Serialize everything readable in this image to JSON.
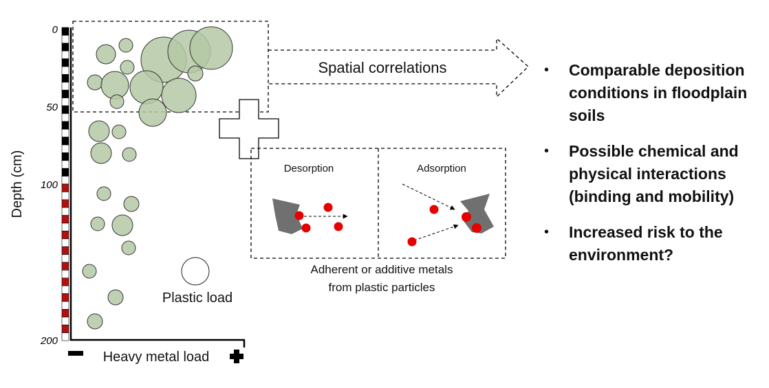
{
  "depth_axis": {
    "title": "Depth (cm)",
    "ticks": [
      {
        "label": "0",
        "value": 0
      },
      {
        "label": "50",
        "value": 50
      },
      {
        "label": "100",
        "value": 100
      },
      {
        "label": "200",
        "value": 200
      }
    ]
  },
  "heavy_metal_axis": {
    "label": "Heavy metal load",
    "minus": "−",
    "plus": "+"
  },
  "plastic_load_legend": "Plastic load",
  "spatial_arrow_label": "Spatial correlations",
  "desorption_label": "Desorption",
  "adsorption_label": "Adsorption",
  "metals_caption_line1": "Adherent or additive metals",
  "metals_caption_line2": "from plastic particles",
  "bullets": [
    "Comparable deposition conditions in floodplain soils",
    "Possible chemical and physical interactions (binding and mobility)",
    "Increased risk to the environment?"
  ],
  "colors": {
    "circle_fill": "#b5c9a6",
    "circle_stroke": "#333333",
    "metal_dot": "#e60000",
    "particle": "#707070",
    "scale_dark": "#000000",
    "scale_red": "#b01010"
  }
}
